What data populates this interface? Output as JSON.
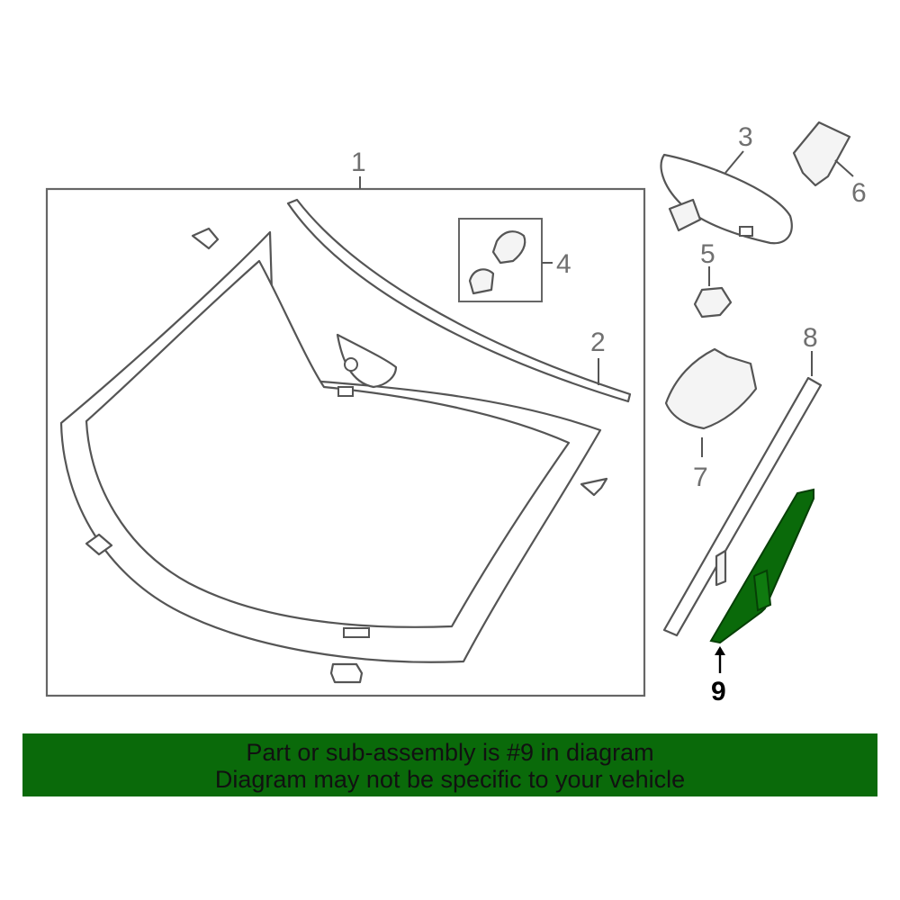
{
  "diagram": {
    "callouts": {
      "c1": "1",
      "c2": "2",
      "c3": "3",
      "c4": "4",
      "c5": "5",
      "c6": "6",
      "c7": "7",
      "c8": "8",
      "c9": "9"
    },
    "highlight_color": "#0a6a0a",
    "highlighted_part": "9"
  },
  "banner": {
    "line1": "Part or sub-assembly is #9 in diagram",
    "line2": "Diagram may not be specific to your vehicle",
    "background_color": "#0a6a0a"
  }
}
